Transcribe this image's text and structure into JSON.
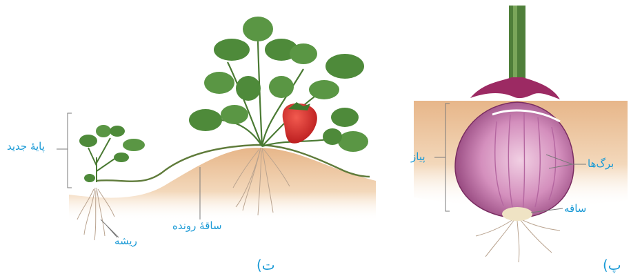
{
  "panels": {
    "strawberry": {
      "letter": "ت)",
      "labels": {
        "new_plant": "پایهٔ جدید",
        "root": "ریشه",
        "runner_stem": "ساقهٔ رونده"
      }
    },
    "onion": {
      "letter": "پ)",
      "labels": {
        "onion": "پیاز",
        "leaves": "برگ‌ها",
        "stem": "ساقه"
      }
    }
  },
  "colors": {
    "label_text": "#1a9ad6",
    "soil": "#e9b98f",
    "leaf": "#4e8a3a",
    "strawberry_fruit": "#d32a28",
    "onion_body": "#c57cab"
  }
}
